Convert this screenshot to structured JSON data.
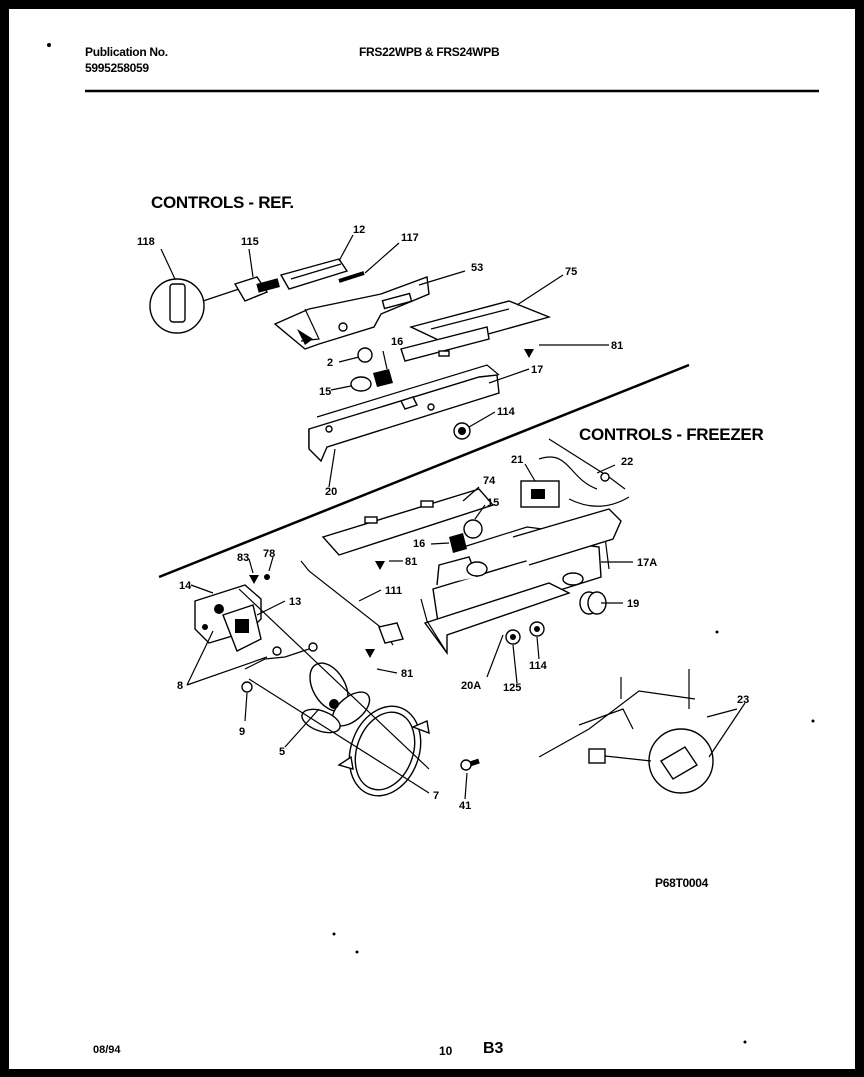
{
  "header": {
    "publication_label": "Publication No.",
    "publication_number": "5995258059",
    "models": "FRS22WPB & FRS24WPB"
  },
  "sections": {
    "ref_title": "CONTROLS - REF.",
    "freezer_title": "CONTROLS - FREEZER"
  },
  "callouts": {
    "c118": "118",
    "c115": "115",
    "c12": "12",
    "c117": "117",
    "c53": "53",
    "c75": "75",
    "c81a": "81",
    "c2": "2",
    "c16a": "16",
    "c15a": "15",
    "c17": "17",
    "c114a": "114",
    "c20": "20",
    "c21": "21",
    "c22": "22",
    "c74": "74",
    "c15b": "15",
    "c16b": "16",
    "c81b": "81",
    "c17A": "17A",
    "c83": "83",
    "c78": "78",
    "c14": "14",
    "c13": "13",
    "c111": "111",
    "c19": "19",
    "c8": "8",
    "c81c": "81",
    "c20A": "20A",
    "c125": "125",
    "c114b": "114",
    "c9": "9",
    "c5": "5",
    "c7": "7",
    "c41": "41",
    "c23": "23"
  },
  "diagram_code": "P68T0004",
  "footer": {
    "date": "08/94",
    "page": "10",
    "section": "B3"
  }
}
